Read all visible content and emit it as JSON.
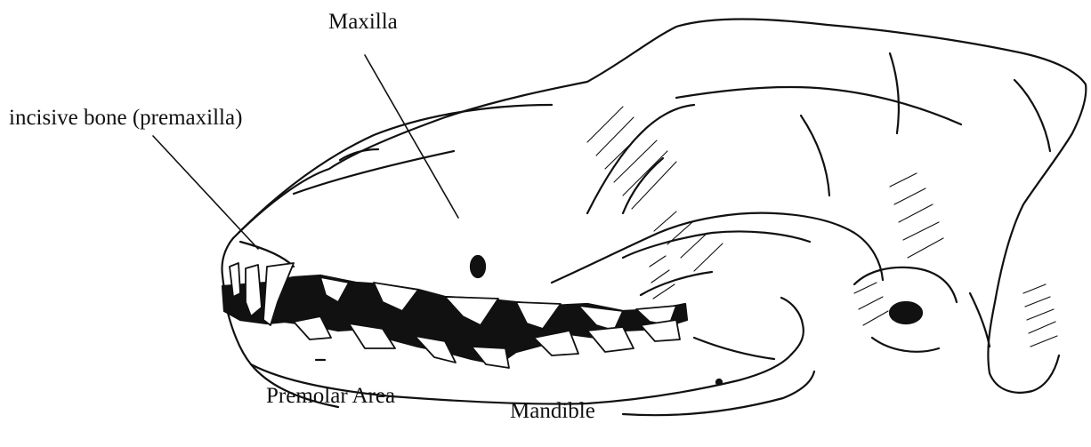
{
  "labels": {
    "maxilla": "Maxilla",
    "incisive_bone": "incisive bone (premaxilla)",
    "premolar_area": "Premolar Area",
    "mandible": "Mandible"
  },
  "colors": {
    "ink": "#111111",
    "background": "#ffffff"
  }
}
